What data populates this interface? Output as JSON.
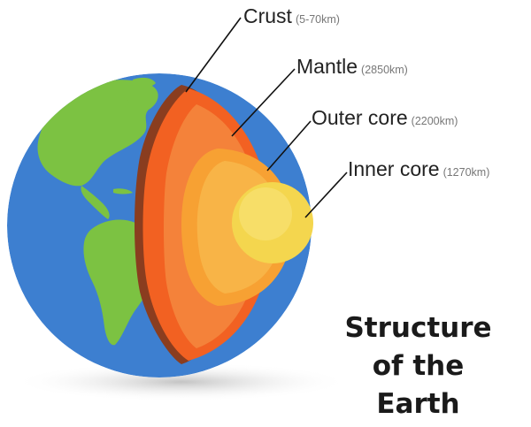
{
  "title": {
    "line1": "Structure",
    "line2": "of the",
    "line3": "Earth"
  },
  "layers": [
    {
      "name": "Crust",
      "thickness": "(5-70km)",
      "color": "#8a3d1f"
    },
    {
      "name": "Mantle",
      "thickness": "(2850km)",
      "color": "#f26122"
    },
    {
      "name": "Outer core",
      "thickness": "(2200km)",
      "color": "#f7a133"
    },
    {
      "name": "Inner core",
      "thickness": "(1270km)",
      "color": "#f4d64e"
    }
  ],
  "colors": {
    "ocean": "#3d7fd0",
    "land": "#7cc242",
    "shadow": "#c9c9c9"
  },
  "icons": {
    "globe": "earth-globe-icon"
  }
}
